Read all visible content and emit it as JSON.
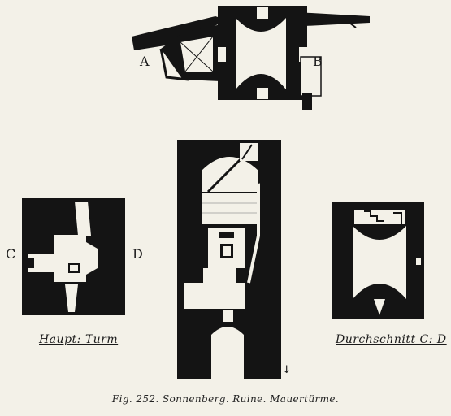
{
  "labels": {
    "a": "A",
    "b": "B",
    "c": "C",
    "d": "D",
    "haupt_turm": "Haupt: Turm",
    "durchschnitt": "Durchschnitt C: D",
    "monogram": "ↆ"
  },
  "caption": "Fig. 252. Sonnenberg. Ruine. Mauertürme.",
  "colors": {
    "paper": "#f3f1e8",
    "ink": "#141414"
  }
}
